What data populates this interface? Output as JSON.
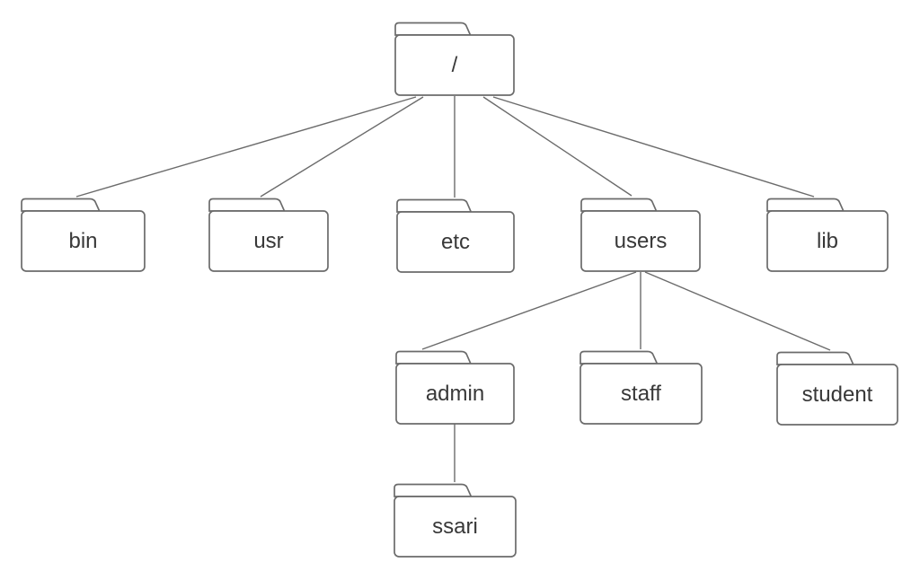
{
  "diagram": {
    "type": "tree",
    "nodes": {
      "root": {
        "label": "/"
      },
      "bin": {
        "label": "bin"
      },
      "usr": {
        "label": "usr"
      },
      "etc": {
        "label": "etc"
      },
      "users": {
        "label": "users"
      },
      "lib": {
        "label": "lib"
      },
      "admin": {
        "label": "admin"
      },
      "staff": {
        "label": "staff"
      },
      "student": {
        "label": "student"
      },
      "ssari": {
        "label": "ssari"
      }
    },
    "edges": [
      {
        "from": "/",
        "to": "bin"
      },
      {
        "from": "/",
        "to": "usr"
      },
      {
        "from": "/",
        "to": "etc"
      },
      {
        "from": "/",
        "to": "users"
      },
      {
        "from": "/",
        "to": "lib"
      },
      {
        "from": "users",
        "to": "admin"
      },
      {
        "from": "users",
        "to": "staff"
      },
      {
        "from": "users",
        "to": "student"
      },
      {
        "from": "admin",
        "to": "ssari"
      }
    ],
    "colors": {
      "stroke": "#6b6b6b",
      "text": "#383838",
      "node_fill": "#ffffff",
      "background": "#ffffff"
    }
  }
}
